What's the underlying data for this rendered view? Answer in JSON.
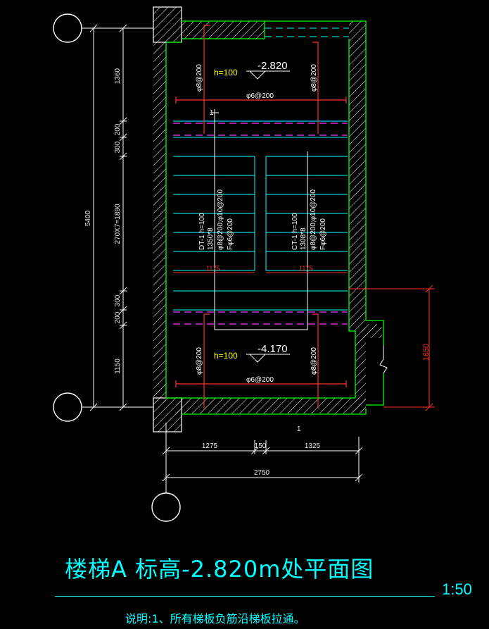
{
  "title": "楼梯A 标高-2.820m处平面图",
  "scale": "1:50",
  "note": "说明:1、所有梯板负筋沿梯板拉通。",
  "elevations": {
    "top": "-2.820",
    "bottom": "-4.170"
  },
  "slab_thickness": {
    "top": "h=100",
    "bottom": "h=100"
  },
  "rebar": {
    "top_left": "φ8@200",
    "top_right": "φ8@200",
    "top_dist": "φ6@200",
    "bottom_left": "φ8@200",
    "bottom_right": "φ8@200",
    "bottom_dist": "φ6@200"
  },
  "flights": {
    "left": {
      "name": "DT-1 h=100",
      "line2": "1350*8",
      "line3": "φ8@200;φ10@200",
      "line4": "Fφ6@200"
    },
    "right": {
      "name": "CT-1 h=100",
      "line2": "1308*8",
      "line3": "φ8@200;φ10@200",
      "line4": "Fφ6@200"
    }
  },
  "run_widths": {
    "left": "1175",
    "right": "1175"
  },
  "dims_left": {
    "total": "5400",
    "seg1": "1360",
    "seg2": "200",
    "seg3": "300",
    "seg4": "270X7=1890",
    "seg5": "300",
    "seg6": "200",
    "seg7": "1150"
  },
  "dims_bottom": {
    "d1": "1275",
    "d2": "150",
    "d3": "1325",
    "total": "2750"
  },
  "dim_right": "1650",
  "section_marks": {
    "up": "1",
    "down": "1"
  }
}
